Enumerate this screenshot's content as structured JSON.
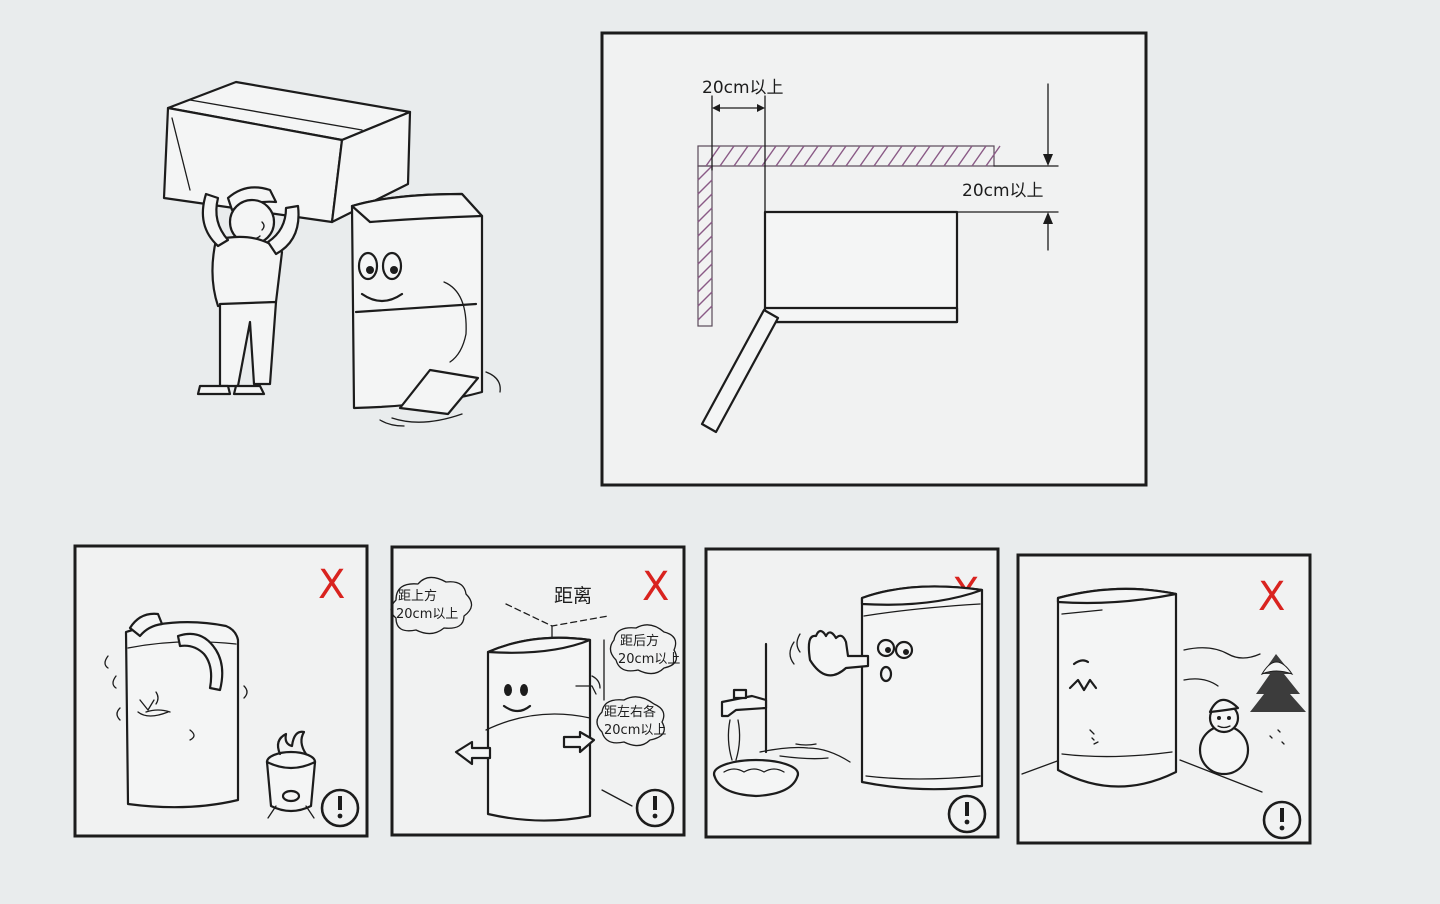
{
  "clearance_diagram": {
    "left_gap_label": "20cm以上",
    "top_gap_label": "20cm以上"
  },
  "panels": [
    {
      "id": "no-heat-source",
      "mark": "X",
      "warning_icon": "exclamation-circle-icon"
    },
    {
      "id": "keep-distance",
      "mark": "X",
      "title": "距离",
      "top_note_line1": "距上方",
      "top_note_line2": "20cm以上",
      "back_note_line1": "距后方",
      "back_note_line2": "20cm以上",
      "side_note_line1": "距左右各",
      "side_note_line2": "20cm以上",
      "warning_icon": "exclamation-circle-icon"
    },
    {
      "id": "no-water",
      "mark": "X",
      "warning_icon": "exclamation-circle-icon"
    },
    {
      "id": "no-cold",
      "mark": "X",
      "warning_icon": "exclamation-circle-icon"
    }
  ],
  "colors": {
    "page_background": "#e9eced",
    "x_mark": "#d9231f",
    "wall_hatch": "#8a5a86"
  }
}
